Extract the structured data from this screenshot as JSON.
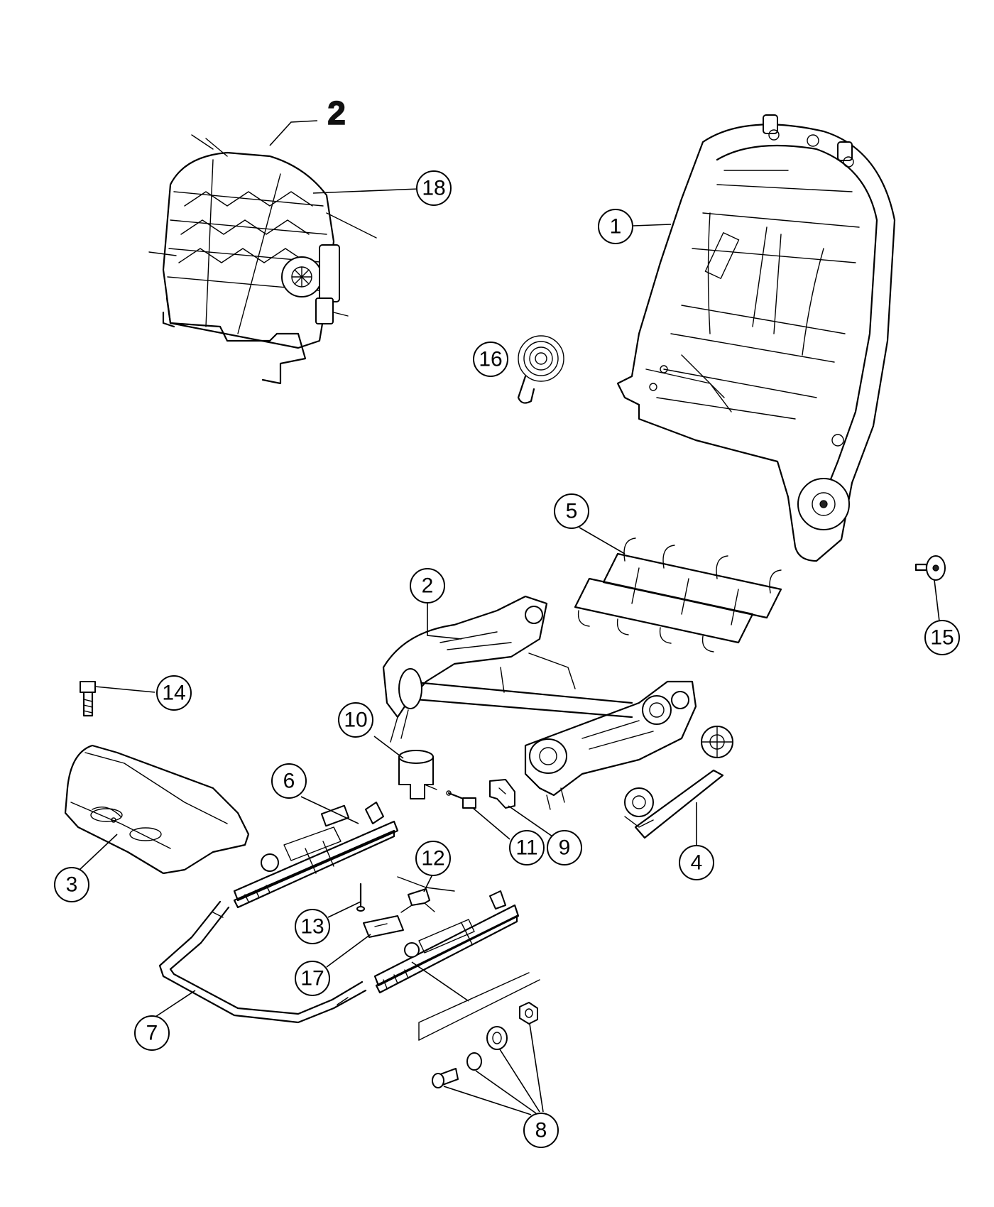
{
  "diagram": {
    "group_label": "2",
    "callouts": {
      "c1": "1",
      "c2": "2",
      "c3": "3",
      "c4": "4",
      "c5": "5",
      "c6": "6",
      "c7": "7",
      "c8": "8",
      "c9": "9",
      "c10": "10",
      "c11": "11",
      "c12": "12",
      "c13": "13",
      "c14": "14",
      "c15": "15",
      "c16": "16",
      "c17": "17",
      "c18": "18"
    }
  }
}
